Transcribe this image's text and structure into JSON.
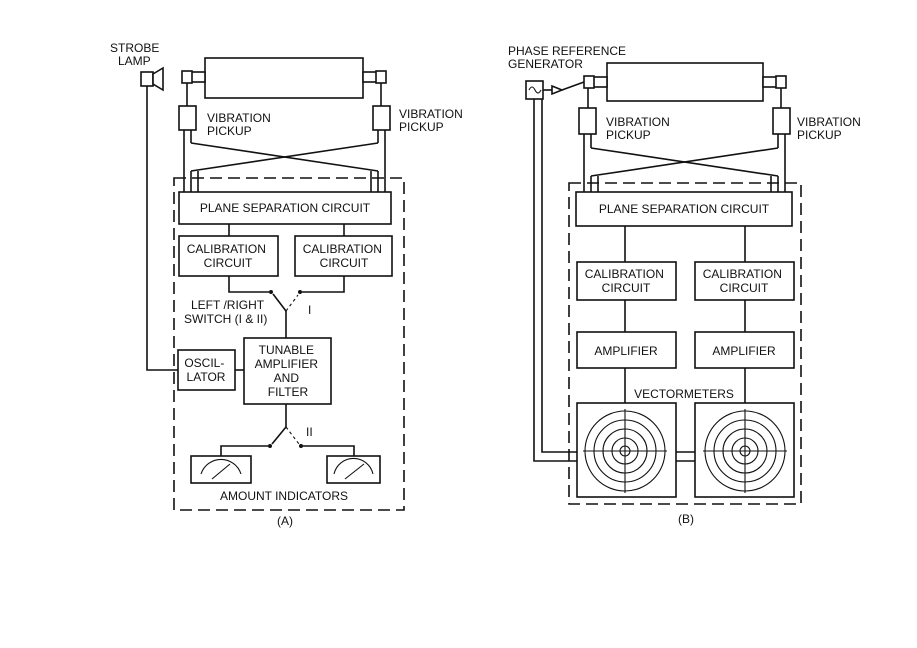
{
  "panel_a": {
    "strobe_lamp": [
      "STROBE",
      "LAMP"
    ],
    "vibration_pickup_left": [
      "VIBRATION",
      "PICKUP"
    ],
    "vibration_pickup_right": [
      "VIBRATION",
      "PICKUP"
    ],
    "plane_separation": "PLANE SEPARATION CIRCUIT",
    "calibration_left": [
      "CALIBRATION",
      "CIRCUIT"
    ],
    "calibration_right": [
      "CALIBRATION",
      "CIRCUIT"
    ],
    "switch_label": [
      "LEFT /RIGHT",
      "SWITCH (I & II)"
    ],
    "switch_I": "I",
    "switch_II": "II",
    "oscillator": [
      "OSCIL-",
      "LATOR"
    ],
    "tunable": [
      "TUNABLE",
      "AMPLIFIER",
      "AND",
      "FILTER"
    ],
    "amount_indicators": "AMOUNT INDICATORS",
    "caption": "(A)"
  },
  "panel_b": {
    "phase_reference": [
      "PHASE REFERENCE",
      "GENERATOR"
    ],
    "vibration_pickup_left": [
      "VIBRATION",
      "PICKUP"
    ],
    "vibration_pickup_right": [
      "VIBRATION",
      "PICKUP"
    ],
    "plane_separation": "PLANE SEPARATION CIRCUIT",
    "calibration_left": [
      "CALIBRATION",
      "CIRCUIT"
    ],
    "calibration_right": [
      "CALIBRATION",
      "CIRCUIT"
    ],
    "amplifier_left": "AMPLIFIER",
    "amplifier_right": "AMPLIFIER",
    "vectormeters": "VECTORMETERS",
    "caption": "(B)"
  }
}
